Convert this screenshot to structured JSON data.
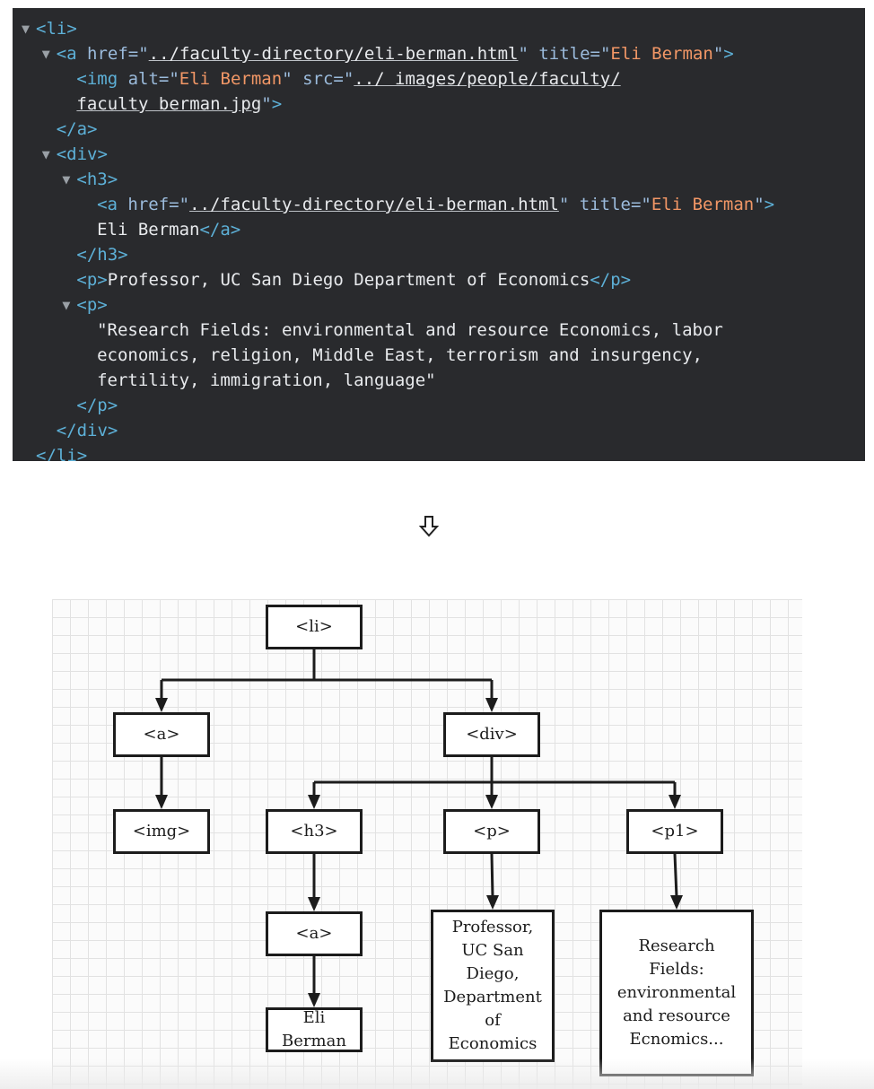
{
  "code": {
    "lines": [
      {
        "tri": "▼",
        "indent": 0,
        "segments": [
          {
            "cls": "tag",
            "text": "<li>"
          }
        ]
      },
      {
        "tri": "▼",
        "indent": 1,
        "segments": [
          {
            "cls": "tag",
            "text": "<a "
          },
          {
            "cls": "attr",
            "text": "href=\""
          },
          {
            "cls": "link",
            "text": "../faculty-directory/eli-berman.html"
          },
          {
            "cls": "attr",
            "text": "\" title=\""
          },
          {
            "cls": "val",
            "text": "Eli Berman"
          },
          {
            "cls": "attr",
            "text": "\""
          },
          {
            "cls": "tag",
            "text": ">"
          }
        ]
      },
      {
        "tri": "",
        "indent": 2,
        "segments": [
          {
            "cls": "tag",
            "text": "<img "
          },
          {
            "cls": "attr",
            "text": "alt=\""
          },
          {
            "cls": "val",
            "text": "Eli Berman"
          },
          {
            "cls": "attr",
            "text": "\" src=\""
          },
          {
            "cls": "link",
            "text": "../ images/people/faculty/"
          }
        ]
      },
      {
        "tri": "",
        "indent": 2,
        "segments": [
          {
            "cls": "link",
            "text": "faculty berman.jpg"
          },
          {
            "cls": "attr",
            "text": "\""
          },
          {
            "cls": "tag",
            "text": ">"
          }
        ]
      },
      {
        "tri": "",
        "indent": 1,
        "segments": [
          {
            "cls": "tag",
            "text": "</a>"
          }
        ]
      },
      {
        "tri": "▼",
        "indent": 1,
        "segments": [
          {
            "cls": "tag",
            "text": "<div>"
          }
        ]
      },
      {
        "tri": "▼",
        "indent": 2,
        "segments": [
          {
            "cls": "tag",
            "text": "<h3>"
          }
        ]
      },
      {
        "tri": "",
        "indent": 3,
        "segments": [
          {
            "cls": "tag",
            "text": "<a "
          },
          {
            "cls": "attr",
            "text": "href=\""
          },
          {
            "cls": "link",
            "text": "../faculty-directory/eli-berman.html"
          },
          {
            "cls": "attr",
            "text": "\" title=\""
          },
          {
            "cls": "val",
            "text": "Eli Berman"
          },
          {
            "cls": "attr",
            "text": "\""
          },
          {
            "cls": "tag",
            "text": ">"
          }
        ]
      },
      {
        "tri": "",
        "indent": 3,
        "segments": [
          {
            "cls": "txt",
            "text": "Eli Berman"
          },
          {
            "cls": "tag",
            "text": "</a>"
          }
        ]
      },
      {
        "tri": "",
        "indent": 2,
        "segments": [
          {
            "cls": "tag",
            "text": "</h3>"
          }
        ]
      },
      {
        "tri": "",
        "indent": 2,
        "segments": [
          {
            "cls": "tag",
            "text": "<p>"
          },
          {
            "cls": "txt",
            "text": "Professor, UC San Diego Department of Economics"
          },
          {
            "cls": "tag",
            "text": "</p>"
          }
        ]
      },
      {
        "tri": "▼",
        "indent": 2,
        "segments": [
          {
            "cls": "tag",
            "text": "<p>"
          }
        ]
      },
      {
        "tri": "",
        "indent": 3,
        "segments": [
          {
            "cls": "txt",
            "text": "\"Research Fields: environmental and resource Economics, labor"
          }
        ]
      },
      {
        "tri": "",
        "indent": 3,
        "segments": [
          {
            "cls": "txt",
            "text": "economics, religion, Middle East, terrorism and insurgency,"
          }
        ]
      },
      {
        "tri": "",
        "indent": 3,
        "segments": [
          {
            "cls": "txt",
            "text": "fertility, immigration, language\""
          }
        ]
      },
      {
        "tri": "",
        "indent": 2,
        "segments": [
          {
            "cls": "tag",
            "text": "</p>"
          }
        ]
      },
      {
        "tri": "",
        "indent": 1,
        "segments": [
          {
            "cls": "tag",
            "text": "</div>"
          }
        ]
      },
      {
        "tri": "",
        "indent": 0,
        "segments": [
          {
            "cls": "tag",
            "text": "</li>"
          }
        ]
      }
    ]
  },
  "arrow_glyph": "⇩",
  "diagram": {
    "nodes": [
      {
        "id": "li",
        "label": "<li>"
      },
      {
        "id": "a1",
        "label": "<a>"
      },
      {
        "id": "div",
        "label": "<div>"
      },
      {
        "id": "img",
        "label": "<img>"
      },
      {
        "id": "h3",
        "label": "<h3>"
      },
      {
        "id": "p",
        "label": "<p>"
      },
      {
        "id": "p1",
        "label": "<p1>"
      },
      {
        "id": "a2",
        "label": "<a>"
      },
      {
        "id": "name",
        "label": "Eli\nBerman"
      },
      {
        "id": "prof",
        "label": "Professor,\nUC San\nDiego,\nDepartment\nof\nEconomics"
      },
      {
        "id": "research",
        "label": "Research\nFields:\nenvironmental\nand resource\nEcnomics..."
      }
    ],
    "edges": [
      [
        "li",
        "a1"
      ],
      [
        "li",
        "div"
      ],
      [
        "a1",
        "img"
      ],
      [
        "div",
        "h3"
      ],
      [
        "div",
        "p"
      ],
      [
        "div",
        "p1"
      ],
      [
        "h3",
        "a2"
      ],
      [
        "a2",
        "name"
      ],
      [
        "p",
        "prof"
      ],
      [
        "p1",
        "research"
      ]
    ]
  }
}
